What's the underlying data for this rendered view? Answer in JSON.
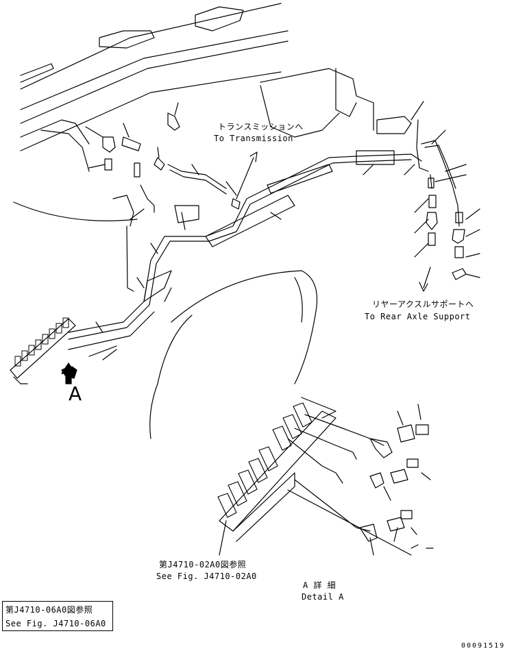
{
  "labels": {
    "to_transmission_jp": "トランスミッションへ",
    "to_transmission_en": "To Transmission",
    "to_rear_axle_jp": "リヤーアクスルサポートへ",
    "to_rear_axle_en": "To Rear Axle Support",
    "view_a": "A",
    "see_fig_02_jp": "第J4710-02A0図参照",
    "see_fig_02_en": "See Fig. J4710-02A0",
    "detail_a_jp": "A 詳 細",
    "detail_a_en": "Detail A",
    "see_fig_06_jp": "第J4710-06A0図参照",
    "see_fig_06_en": "See Fig. J4710-06A0",
    "drawing_number": "00091519"
  },
  "colors": {
    "line": "#000000",
    "background": "#ffffff"
  }
}
